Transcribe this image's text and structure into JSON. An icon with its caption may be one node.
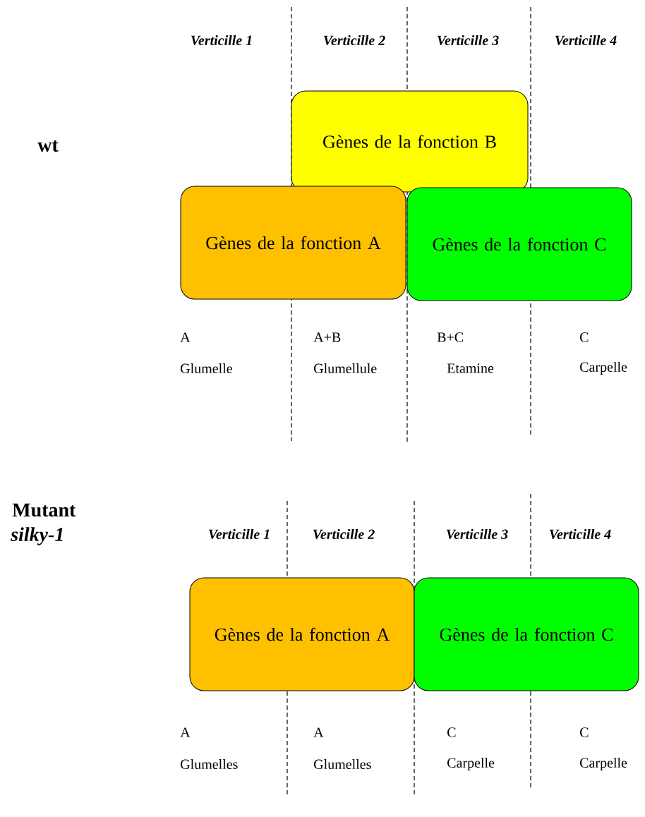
{
  "diagram": {
    "nodes": [
      {
        "text": [
          "Gènes de la fonction B"
        ]
      },
      {
        "text": [
          "Gènes de la fonction A"
        ]
      },
      {
        "text": [
          "Gènes de la fonction C"
        ]
      },
      {
        "text": [
          "Gènes de la fonction A"
        ]
      },
      {
        "text": [
          "Gènes de la fonction C"
        ]
      }
    ],
    "edges": [],
    "labels": [
      "Verticille 1",
      "Verticille 2",
      "Verticille 3",
      "Verticille 4",
      "wt",
      "A",
      "A+B",
      "B+C",
      "C",
      "Glumelle",
      "Glumellule",
      "Etamine",
      "Carpelle",
      "Mutant",
      "silky-1",
      "Verticille 1",
      "Verticille 2",
      "Verticille 3",
      "Verticille 4",
      "A",
      "A",
      "C",
      "C",
      "Glumelles",
      "Glumelles",
      "Carpelle",
      "Carpelle"
    ]
  }
}
